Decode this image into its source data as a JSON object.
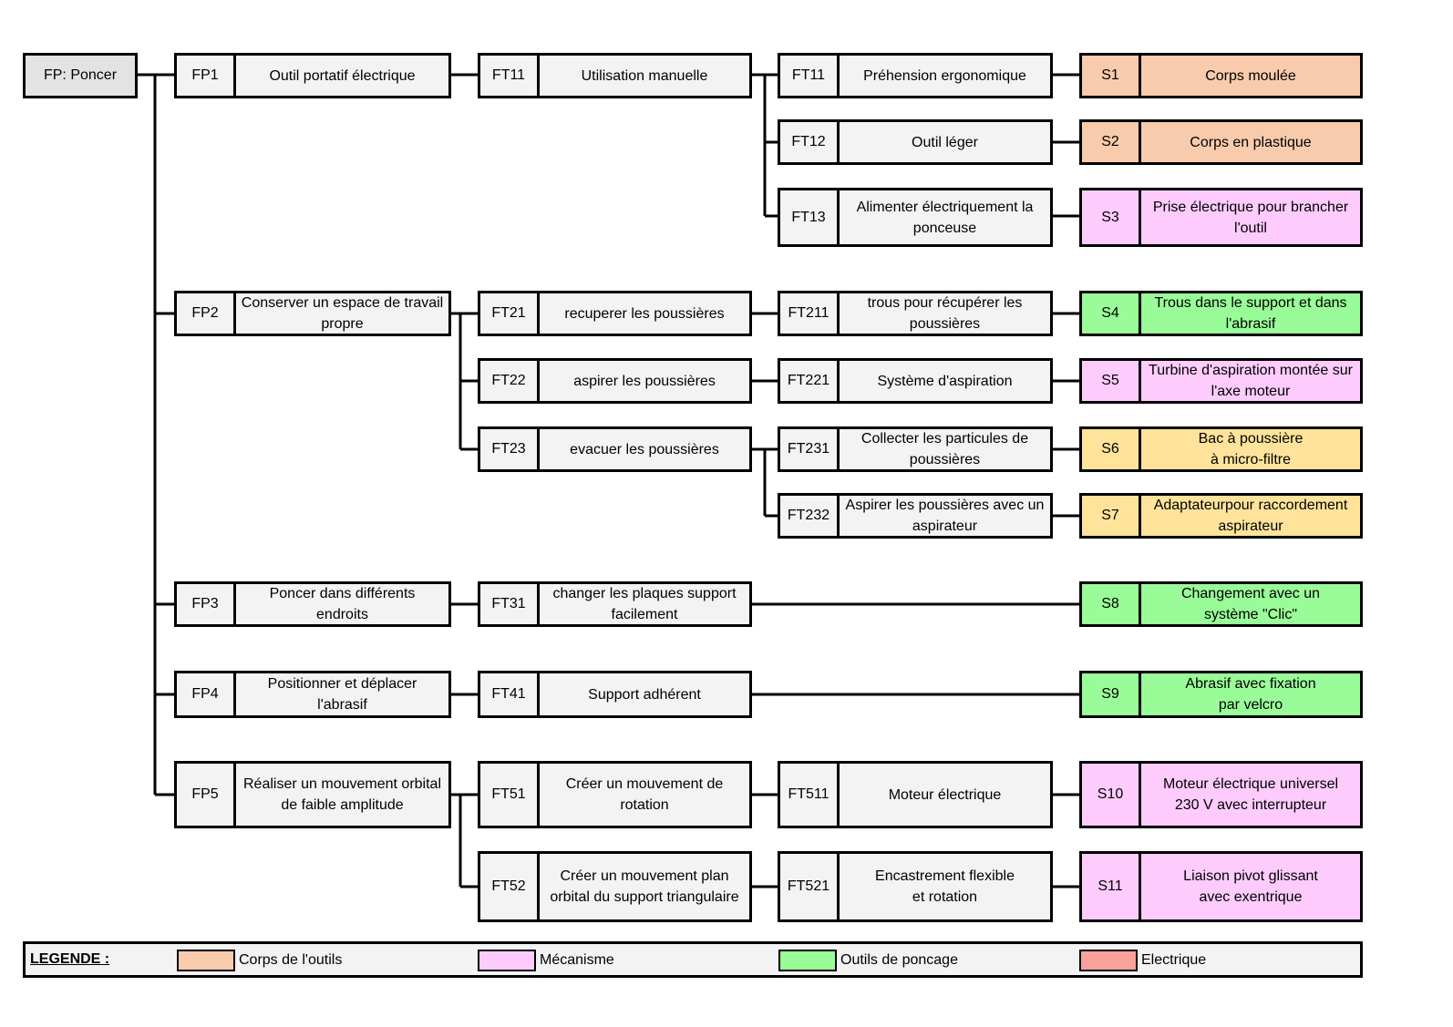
{
  "colors": {
    "corps": "#f8cbad",
    "mecanisme": "#fdccfd",
    "outils": "#99fc98",
    "electrique": "#f8a29b",
    "poussiere": "#ffe39b",
    "neutral": "#f3f3f3",
    "root": "#e3e3e3"
  },
  "root": {
    "label": "FP: Poncer"
  },
  "fp": [
    {
      "code": "FP1",
      "label": "Outil portatif électrique"
    },
    {
      "code": "FP2",
      "label": "Conserver un espace de travail\npropre"
    },
    {
      "code": "FP3",
      "label": "Poncer dans différents\nendroits"
    },
    {
      "code": "FP4",
      "label": "Positionner et déplacer\nl'abrasif"
    },
    {
      "code": "FP5",
      "label": "Réaliser un mouvement orbital\nde faible amplitude"
    }
  ],
  "ft": [
    {
      "code": "FT11",
      "label": "Utilisation manuelle"
    },
    {
      "code": "FT21",
      "label": "recuperer les poussières"
    },
    {
      "code": "FT22",
      "label": "aspirer les poussières"
    },
    {
      "code": "FT23",
      "label": "evacuer les poussières"
    },
    {
      "code": "FT31",
      "label": "changer les plaques support\nfacilement"
    },
    {
      "code": "FT41",
      "label": "Support adhérent"
    },
    {
      "code": "FT51",
      "label": "Créer un mouvement de\nrotation"
    },
    {
      "code": "FT52",
      "label": "Créer un mouvement plan\norbital du support triangulaire"
    }
  ],
  "sub": [
    {
      "code": "FT11",
      "label": "Préhension ergonomique"
    },
    {
      "code": "FT12",
      "label": "Outil léger"
    },
    {
      "code": "FT13",
      "label": "Alimenter électriquement la\nponceuse"
    },
    {
      "code": "FT211",
      "label": "trous pour récupérer les\npoussières"
    },
    {
      "code": "FT221",
      "label": "Système d'aspiration"
    },
    {
      "code": "FT231",
      "label": "Collecter les particules de\npoussières"
    },
    {
      "code": "FT232",
      "label": "Aspirer les poussières avec un\naspirateur"
    },
    {
      "code": "FT511",
      "label": "Moteur électrique"
    },
    {
      "code": "FT521",
      "label": "Encastrement flexible\net rotation"
    }
  ],
  "solutions": [
    {
      "code": "S1",
      "label": "Corps moulée",
      "color": "#f8cbad"
    },
    {
      "code": "S2",
      "label": "Corps en plastique",
      "color": "#f8cbad"
    },
    {
      "code": "S3",
      "label": "Prise électrique pour brancher\nl'outil",
      "color": "#fdccfd"
    },
    {
      "code": "S4",
      "label": "Trous dans le support  et dans\nl'abrasif",
      "color": "#99fc98"
    },
    {
      "code": "S5",
      "label": "Turbine d'aspiration montée sur\nl'axe moteur",
      "color": "#fdccfd"
    },
    {
      "code": "S6",
      "label": "Bac à poussière\nà micro-filtre",
      "color": "#ffe39b"
    },
    {
      "code": "S7",
      "label": "Adaptateurpour raccordement\naspirateur",
      "color": "#ffe39b"
    },
    {
      "code": "S8",
      "label": "Changement avec un\nsystème \"Clic\"",
      "color": "#99fc98"
    },
    {
      "code": "S9",
      "label": "Abrasif avec fixation\npar velcro",
      "color": "#99fc98"
    },
    {
      "code": "S10",
      "label": "Moteur électrique universel\n230 V avec interrupteur",
      "color": "#fdccfd"
    },
    {
      "code": "S11",
      "label": "Liaison pivot glissant\navec exentrique",
      "color": "#fdccfd"
    }
  ],
  "legend": {
    "title": "LEGENDE :",
    "items": [
      {
        "label": "Corps de l'outils",
        "color": "#f8cbad"
      },
      {
        "label": "Mécanisme",
        "color": "#fdccfd"
      },
      {
        "label": "Outils de poncage",
        "color": "#99fc98"
      },
      {
        "label": "Electrique",
        "color": "#f8a29b"
      }
    ]
  }
}
